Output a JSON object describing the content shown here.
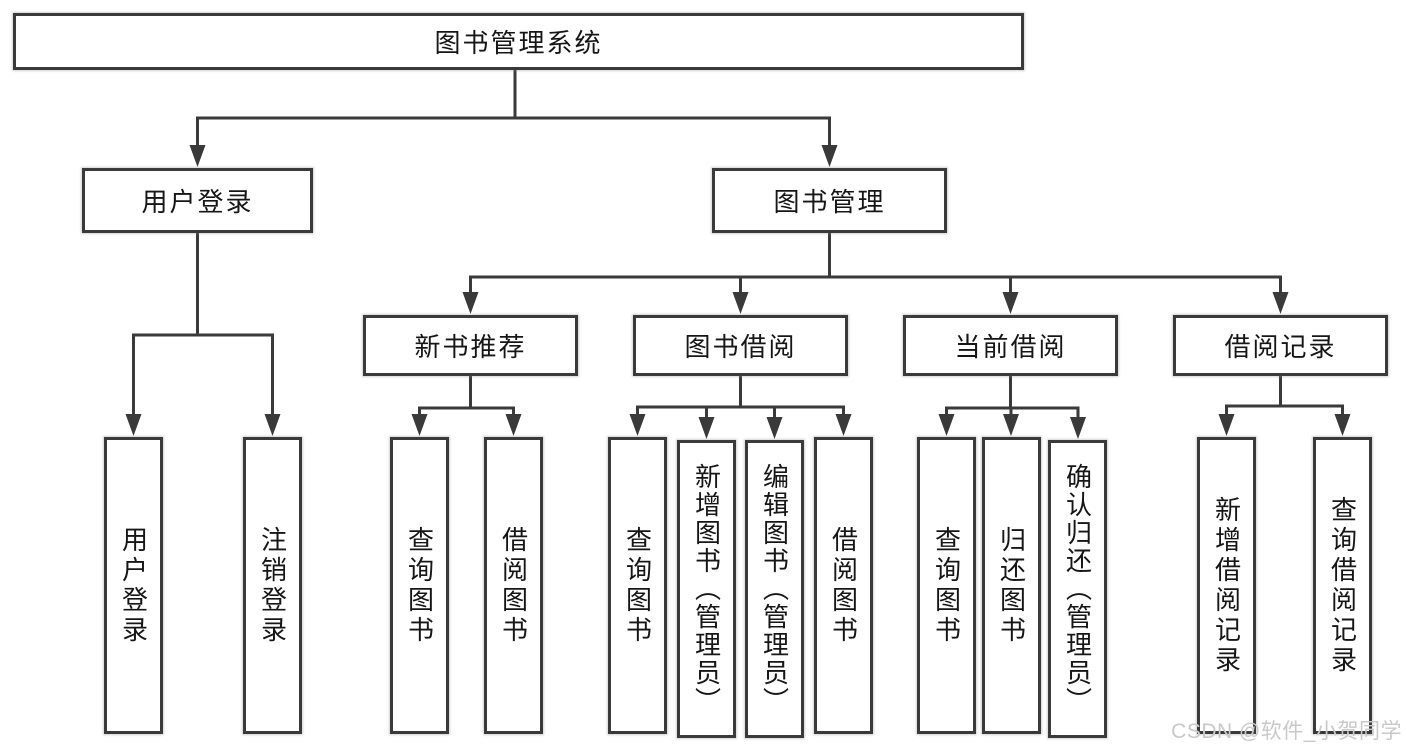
{
  "diagram": {
    "type": "hierarchy-tree",
    "tree": {
      "label": "图书管理系统",
      "children": [
        {
          "label": "用户登录",
          "children": [
            {
              "label": "用户登录"
            },
            {
              "label": "注销登录"
            }
          ]
        },
        {
          "label": "图书管理",
          "children": [
            {
              "label": "新书推荐",
              "children": [
                {
                  "label": "查询图书"
                },
                {
                  "label": "借阅图书"
                }
              ]
            },
            {
              "label": "图书借阅",
              "children": [
                {
                  "label": "查询图书"
                },
                {
                  "label": "新增图书（管理员）"
                },
                {
                  "label": "编辑图书（管理员）"
                },
                {
                  "label": "借阅图书"
                }
              ]
            },
            {
              "label": "当前借阅",
              "children": [
                {
                  "label": "查询图书"
                },
                {
                  "label": "归还图书"
                },
                {
                  "label": "确认归还（管理员）"
                }
              ]
            },
            {
              "label": "借阅记录",
              "children": [
                {
                  "label": "新增借阅记录"
                },
                {
                  "label": "查询借阅记录"
                }
              ]
            }
          ]
        }
      ]
    },
    "colors": {
      "line": "#3a3a3a",
      "box_border": "#3a3a3a",
      "box_fill": "#ffffff",
      "text": "#161616",
      "background": "#ffffff",
      "watermark": "#c9c9c9"
    }
  },
  "watermark": {
    "text": "CSDN @软件_小贺同学"
  }
}
